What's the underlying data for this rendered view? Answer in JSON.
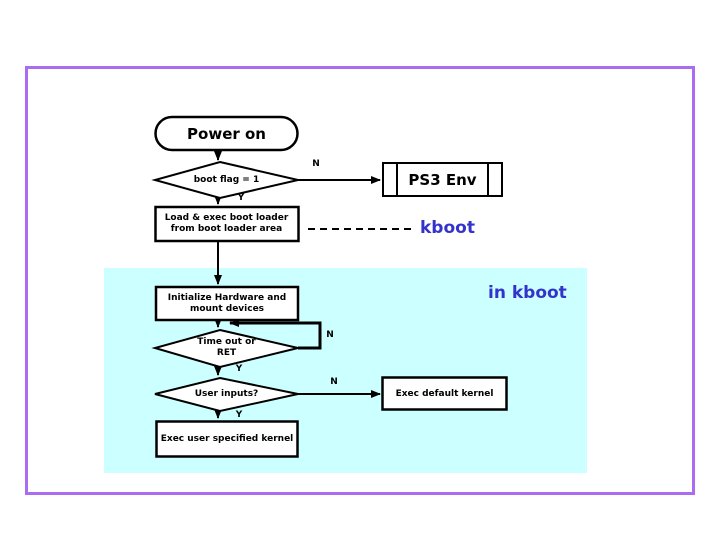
{
  "colors": {
    "frame_border": "#ab6cf2",
    "kboot_region_fill": "#ccffff",
    "annotation_blue": "#3333cc",
    "shape_fill": "#ffffff",
    "line": "#000000"
  },
  "nodes": {
    "power_on": "Power on",
    "boot_flag": "boot flag = 1",
    "ps3_env": "PS3 Env",
    "load_boot_loader": {
      "line1": "Load & exec boot loader",
      "line2": "from boot loader area"
    },
    "initialize_hw": {
      "line1": "Initialize Hardware and",
      "line2": "mount devices"
    },
    "timeout": {
      "line1": "Time out or",
      "line2": "RET"
    },
    "user_inputs": "User inputs?",
    "exec_default": "Exec default kernel",
    "exec_user": "Exec user specified kernel"
  },
  "branch_labels": {
    "boot_flag_no": "N",
    "boot_flag_yes": "Y",
    "timeout_no": "N",
    "timeout_yes": "Y",
    "user_inputs_no": "N",
    "user_inputs_yes": "Y"
  },
  "annotations": {
    "kboot": "kboot",
    "in_kboot": "in kboot"
  }
}
